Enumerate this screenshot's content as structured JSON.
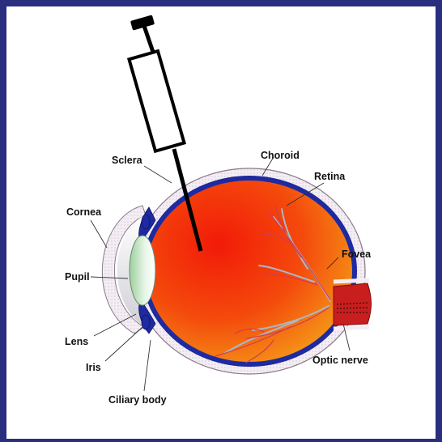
{
  "labels": {
    "sclera": "Sclera",
    "choroid": "Choroid",
    "retina": "Retina",
    "cornea": "Cornea",
    "fovea": "Fovea",
    "pupil": "Pupil",
    "lens": "Lens",
    "iris": "Iris",
    "optic_nerve": "Optic nerve",
    "ciliary_body": "Ciliary body"
  },
  "colors": {
    "background": "#2a2e7e",
    "canvas": "#ffffff",
    "vitreous": "#f05a0a",
    "choroid": "#1e2aa0",
    "sclera": "#f4eef4",
    "lens": "#d6ecd6",
    "optic_nerve": "#c81e1e",
    "vessels": "#d23c50",
    "retinal_vessels": "#a8b8c8",
    "syringe": "#000000"
  },
  "icons": {
    "syringe": "syringe-icon"
  }
}
